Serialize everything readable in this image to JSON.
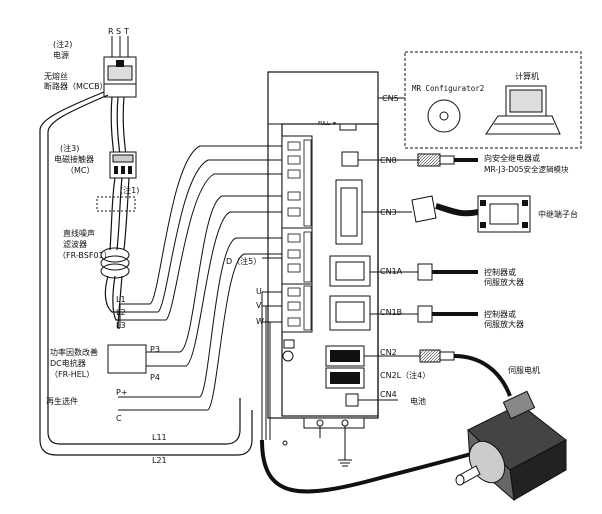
{
  "power": {
    "note": "(注2)",
    "label": "电源",
    "phases": [
      "R",
      "S",
      "T"
    ]
  },
  "mccb": {
    "line1": "无熔丝",
    "line2": "断路器（MCCB）"
  },
  "contactor": {
    "note": "(注3)",
    "line1": "电磁接触器",
    "line2": "（MC）"
  },
  "note1": "(注1)",
  "noise_filter": {
    "line1": "直线噪声",
    "line2": "滤波器",
    "line3": "（FR-BSF01）"
  },
  "power_lines": [
    "L1",
    "L2",
    "L3"
  ],
  "dc_reactor": {
    "line1": "功率因数改善",
    "line2": "DC电抗器",
    "line3": "（FR-HEL）"
  },
  "dc_terminals": [
    "P3",
    "P4"
  ],
  "regen": {
    "label": "再生选件",
    "p_label": "P+",
    "c_label": "C"
  },
  "d_label": "D（注5）",
  "motor_terminals": [
    "U",
    "V",
    "W"
  ],
  "bottom_lines": [
    "L11",
    "L21"
  ],
  "amp": {
    "sticker": "FULL ▼"
  },
  "connectors": {
    "cn5": "CN5",
    "cn8": "CN8",
    "cn3": "CN3",
    "cn1a": "CN1A",
    "cn1b": "CN1B",
    "cn2": "CN2",
    "cn2l": "CN2L（注4）",
    "cn4": "CN4"
  },
  "pc": {
    "software": "MR Configurator2",
    "computer": "计算机"
  },
  "safety": {
    "line1": "向安全继电器或",
    "line2": "MR-J3-D05安全逻辑模块"
  },
  "relay_terminal": "中继端子台",
  "controller_a": {
    "line1": "控制器或",
    "line2": "伺服放大器"
  },
  "controller_b": {
    "line1": "控制器或",
    "line2": "伺服放大器"
  },
  "battery": "电池",
  "motor": "伺服电机"
}
